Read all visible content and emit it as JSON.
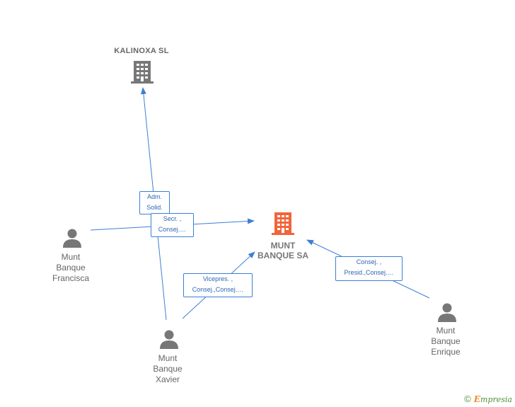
{
  "colors": {
    "edge": "#3d7fd6",
    "company_icon": "#777777",
    "main_company_icon": "#f2643b",
    "person_icon": "#777777",
    "text": "#666666"
  },
  "nodes": {
    "kalinoxa": {
      "label": "KALINOXA SL",
      "icon": "building-icon"
    },
    "munt_banque_sa": {
      "label": "MUNT\nBANQUE SA",
      "icon": "building-icon"
    },
    "francisca": {
      "label": "Munt\nBanque\nFrancisca",
      "icon": "person-icon"
    },
    "xavier": {
      "label": "Munt\nBanque\nXavier",
      "icon": "person-icon"
    },
    "enrique": {
      "label": "Munt\nBanque\nEnrique",
      "icon": "person-icon"
    }
  },
  "edges": {
    "adm_solid": "Adm.\nSolid.",
    "secr_consej": "Secr. ,\nConsej.…",
    "vicepres": "Vicepres. ,\nConsej.,Consej.…",
    "presid": "Consej. ,\nPresid.,Consej.…"
  },
  "brand": {
    "copyright": "©",
    "e": "E",
    "name": "mpresia"
  }
}
